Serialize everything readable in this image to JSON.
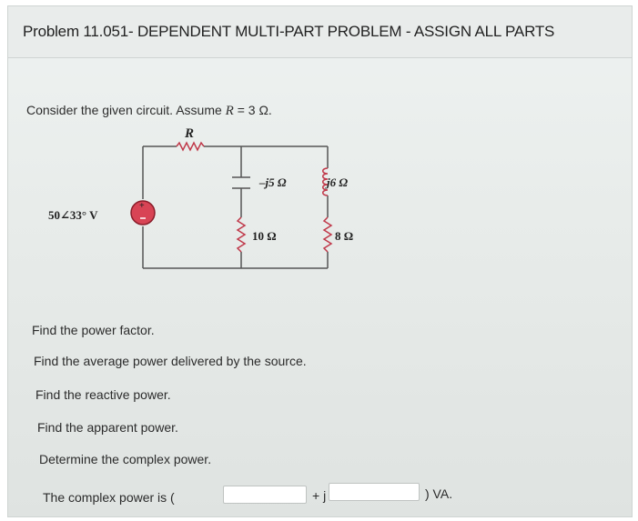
{
  "header": {
    "title": "Problem 11.051- DEPENDENT MULTI-PART PROBLEM - ASSIGN ALL PARTS"
  },
  "statement": {
    "text": "Consider the given circuit. Assume",
    "variable": "R",
    "value": "= 3 Ω."
  },
  "circuit": {
    "r_label": "R",
    "source_label": "50∠33° V",
    "capacitor_label": "–j5 Ω",
    "inductor_label": "j6 Ω",
    "resistor_middle_label": "10 Ω",
    "resistor_right_label": "8 Ω"
  },
  "questions": [
    "Find the power factor.",
    "Find the average power delivered by the source.",
    "Find the reactive power.",
    "Find the apparent power.",
    "Determine the complex power."
  ],
  "answer": {
    "prefix": "The complex power is (",
    "middle": "+ j",
    "suffix": ") VA."
  }
}
